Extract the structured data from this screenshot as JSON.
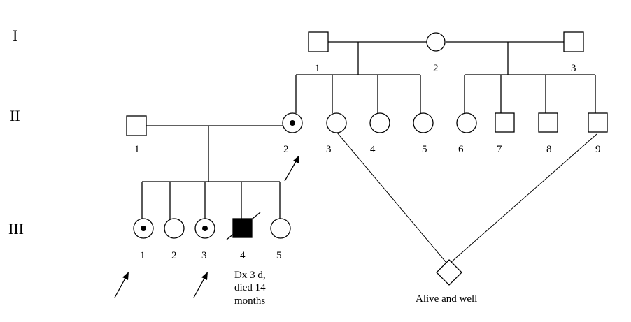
{
  "generations": [
    "I",
    "II",
    "III"
  ],
  "individuals": {
    "I-1": {
      "label": "1",
      "sex": "male",
      "status": "unaffected"
    },
    "I-2": {
      "label": "2",
      "sex": "female",
      "status": "unaffected"
    },
    "I-3": {
      "label": "3",
      "sex": "male",
      "status": "unaffected"
    },
    "II-1": {
      "label": "1",
      "sex": "male",
      "status": "unaffected"
    },
    "II-2": {
      "label": "2",
      "sex": "female",
      "status": "carrier"
    },
    "II-3": {
      "label": "3",
      "sex": "female",
      "status": "unaffected"
    },
    "II-4": {
      "label": "4",
      "sex": "female",
      "status": "unaffected"
    },
    "II-5": {
      "label": "5",
      "sex": "female",
      "status": "unaffected"
    },
    "II-6": {
      "label": "6",
      "sex": "female",
      "status": "unaffected"
    },
    "II-7": {
      "label": "7",
      "sex": "male",
      "status": "unaffected"
    },
    "II-8": {
      "label": "8",
      "sex": "male",
      "status": "unaffected"
    },
    "II-9": {
      "label": "9",
      "sex": "male",
      "status": "unaffected"
    },
    "III-1": {
      "label": "1",
      "sex": "female",
      "status": "carrier"
    },
    "III-2": {
      "label": "2",
      "sex": "female",
      "status": "unaffected"
    },
    "III-3": {
      "label": "3",
      "sex": "female",
      "status": "carrier"
    },
    "III-4": {
      "label": "4",
      "sex": "male",
      "status": "affected-deceased",
      "note": [
        "Dx 3 d,",
        "died 14",
        "months"
      ]
    },
    "III-5": {
      "label": "5",
      "sex": "female",
      "status": "unaffected"
    },
    "offspring": {
      "sex": "unknown",
      "status": "unaffected",
      "note": "Alive and well"
    }
  },
  "marked_individuals": [
    "II-2",
    "III-1",
    "III-3"
  ]
}
